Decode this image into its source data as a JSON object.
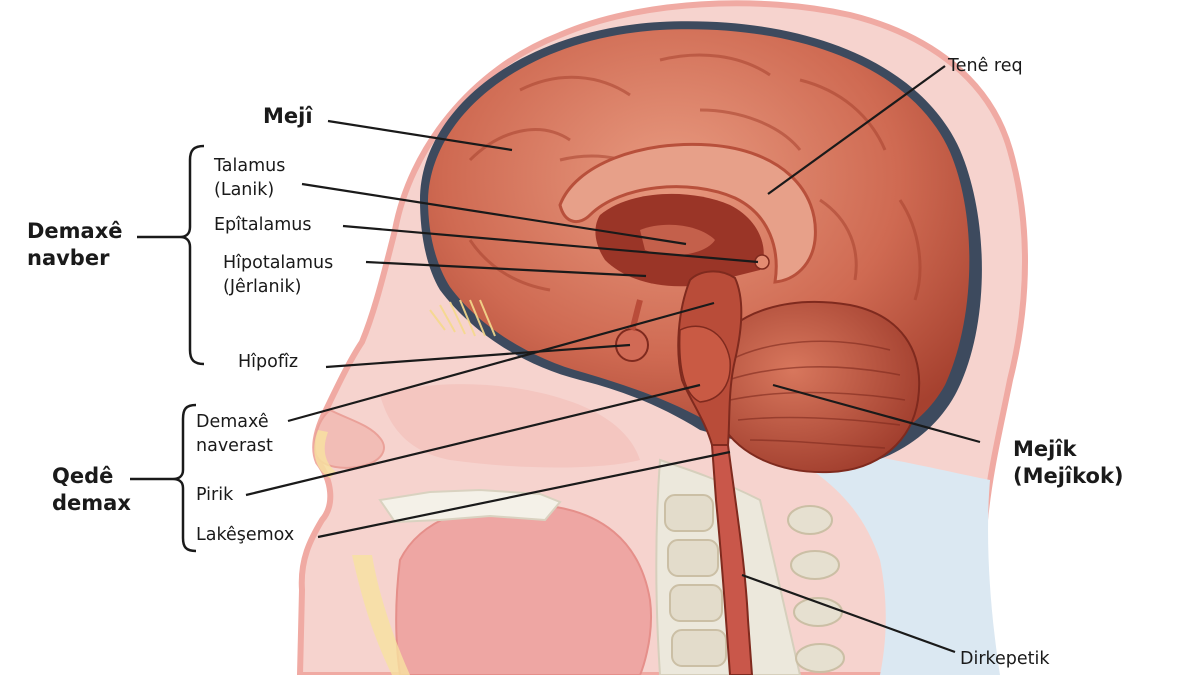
{
  "labels": {
    "meji": "Mejî",
    "tene_req": "Tenê req",
    "talamus": [
      "Talamus",
      "(Lanik)"
    ],
    "epitalamus": "Epîtalamus",
    "hipotalamus": [
      "Hîpotalamus",
      "(Jêrlanik)"
    ],
    "hipofiz": "Hîpofîz",
    "demaxe_navber": [
      "Demaxê",
      "navber"
    ],
    "demaxe_naverast": [
      "Demaxê",
      "naverast"
    ],
    "pirik": "Pirik",
    "lakesemox": "Lakêşemox",
    "qede_demax": [
      "Qedê",
      "demax"
    ],
    "mejik": [
      "Mejîk",
      "(Mejîkok)"
    ],
    "dirkepetik": "Dirkepetik"
  },
  "colors": {
    "skin": "#f3c9c4",
    "skin_outline": "#f0a8a2",
    "brain": "#c9604a",
    "brain_dark": "#8e2f22",
    "brain_light": "#e48c72",
    "membrane": "#3d4a5e",
    "csf": "#d9e6f0",
    "bone": "#e8e4d8",
    "leader": "#1a1a1a"
  }
}
